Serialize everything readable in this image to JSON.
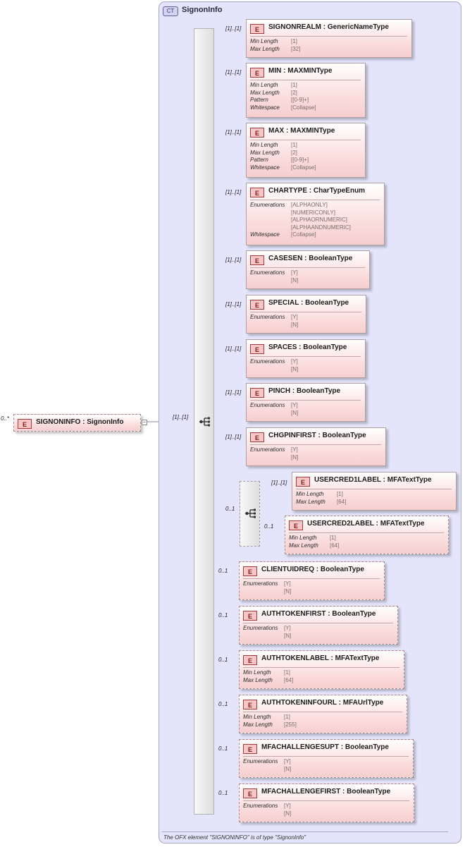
{
  "complex_type": {
    "badge": "CT",
    "name": "SignonInfo"
  },
  "root": {
    "badge": "E",
    "name": "SIGNONINFO",
    "type": "SignonInfo",
    "cardinality": "0..*",
    "link_cardinality": "[1]..[1]",
    "expander": "−"
  },
  "children": [
    {
      "name": "SIGNONREALM",
      "type": "GenericNameType",
      "cardinality": "[1]..[1]",
      "optional": false,
      "facets": [
        {
          "label": "Min Length",
          "values": [
            "[1]"
          ]
        },
        {
          "label": "Max Length",
          "values": [
            "[32]"
          ]
        }
      ]
    },
    {
      "name": "MIN",
      "type": "MAXMINType",
      "cardinality": "[1]..[1]",
      "optional": false,
      "facets": [
        {
          "label": "Min Length",
          "values": [
            "[1]"
          ]
        },
        {
          "label": "Max Length",
          "values": [
            "[2]"
          ]
        },
        {
          "label": "Pattern",
          "values": [
            "[[0-9]+]"
          ]
        },
        {
          "label": "Whitespace",
          "values": [
            "[Collapse]"
          ]
        }
      ]
    },
    {
      "name": "MAX",
      "type": "MAXMINType",
      "cardinality": "[1]..[1]",
      "optional": false,
      "facets": [
        {
          "label": "Min Length",
          "values": [
            "[1]"
          ]
        },
        {
          "label": "Max Length",
          "values": [
            "[2]"
          ]
        },
        {
          "label": "Pattern",
          "values": [
            "[[0-9]+]"
          ]
        },
        {
          "label": "Whitespace",
          "values": [
            "[Collapse]"
          ]
        }
      ]
    },
    {
      "name": "CHARTYPE",
      "type": "CharTypeEnum",
      "cardinality": "[1]..[1]",
      "optional": false,
      "facets": [
        {
          "label": "Enumerations",
          "values": [
            "[ALPHAONLY]",
            "[NUMERICONLY]",
            "[ALPHAORNUMERIC]",
            "[ALPHAANDNUMERIC]"
          ]
        },
        {
          "label": "Whitespace",
          "values": [
            "[Collapse]"
          ]
        }
      ]
    },
    {
      "name": "CASESEN",
      "type": "BooleanType",
      "cardinality": "[1]..[1]",
      "optional": false,
      "facets": [
        {
          "label": "Enumerations",
          "values": [
            "[Y]",
            "[N]"
          ]
        }
      ]
    },
    {
      "name": "SPECIAL",
      "type": "BooleanType",
      "cardinality": "[1]..[1]",
      "optional": false,
      "facets": [
        {
          "label": "Enumerations",
          "values": [
            "[Y]",
            "[N]"
          ]
        }
      ]
    },
    {
      "name": "SPACES",
      "type": "BooleanType",
      "cardinality": "[1]..[1]",
      "optional": false,
      "facets": [
        {
          "label": "Enumerations",
          "values": [
            "[Y]",
            "[N]"
          ]
        }
      ]
    },
    {
      "name": "PINCH",
      "type": "BooleanType",
      "cardinality": "[1]..[1]",
      "optional": false,
      "facets": [
        {
          "label": "Enumerations",
          "values": [
            "[Y]",
            "[N]"
          ]
        }
      ]
    },
    {
      "name": "CHGPINFIRST",
      "type": "BooleanType",
      "cardinality": "[1]..[1]",
      "optional": false,
      "facets": [
        {
          "label": "Enumerations",
          "values": [
            "[Y]",
            "[N]"
          ]
        }
      ]
    },
    {
      "name": "CLIENTUIDREQ",
      "type": "BooleanType",
      "cardinality": "0..1",
      "optional": true,
      "facets": [
        {
          "label": "Enumerations",
          "values": [
            "[Y]",
            "[N]"
          ]
        }
      ]
    },
    {
      "name": "AUTHTOKENFIRST",
      "type": "BooleanType",
      "cardinality": "0..1",
      "optional": true,
      "facets": [
        {
          "label": "Enumerations",
          "values": [
            "[Y]",
            "[N]"
          ]
        }
      ]
    },
    {
      "name": "AUTHTOKENLABEL",
      "type": "MFATextType",
      "cardinality": "0..1",
      "optional": true,
      "facets": [
        {
          "label": "Min Length",
          "values": [
            "[1]"
          ]
        },
        {
          "label": "Max Length",
          "values": [
            "[64]"
          ]
        }
      ]
    },
    {
      "name": "AUTHTOKENINFOURL",
      "type": "MFAUrlType",
      "cardinality": "0..1",
      "optional": true,
      "facets": [
        {
          "label": "Min Length",
          "values": [
            "[1]"
          ]
        },
        {
          "label": "Max Length",
          "values": [
            "[255]"
          ]
        }
      ]
    },
    {
      "name": "MFACHALLENGESUPT",
      "type": "BooleanType",
      "cardinality": "0..1",
      "optional": true,
      "facets": [
        {
          "label": "Enumerations",
          "values": [
            "[Y]",
            "[N]"
          ]
        }
      ]
    },
    {
      "name": "MFACHALLENGEFIRST",
      "type": "BooleanType",
      "cardinality": "0..1",
      "optional": true,
      "facets": [
        {
          "label": "Enumerations",
          "values": [
            "[Y]",
            "[N]"
          ]
        }
      ]
    }
  ],
  "choice": {
    "cardinality": "0..1",
    "items": [
      {
        "name": "USERCRED1LABEL",
        "type": "MFATextType",
        "cardinality": "[1]..[1]",
        "optional": false,
        "facets": [
          {
            "label": "Min Length",
            "values": [
              "[1]"
            ]
          },
          {
            "label": "Max Length",
            "values": [
              "[64]"
            ]
          }
        ]
      },
      {
        "name": "USERCRED2LABEL",
        "type": "MFATextType",
        "cardinality": "0..1",
        "optional": true,
        "facets": [
          {
            "label": "Min Length",
            "values": [
              "[1]"
            ]
          },
          {
            "label": "Max Length",
            "values": [
              "[64]"
            ]
          }
        ]
      }
    ]
  },
  "element_badge": "E",
  "footer": "The OFX element \"SIGNONINFO\" is of type \"SignonInfo\""
}
